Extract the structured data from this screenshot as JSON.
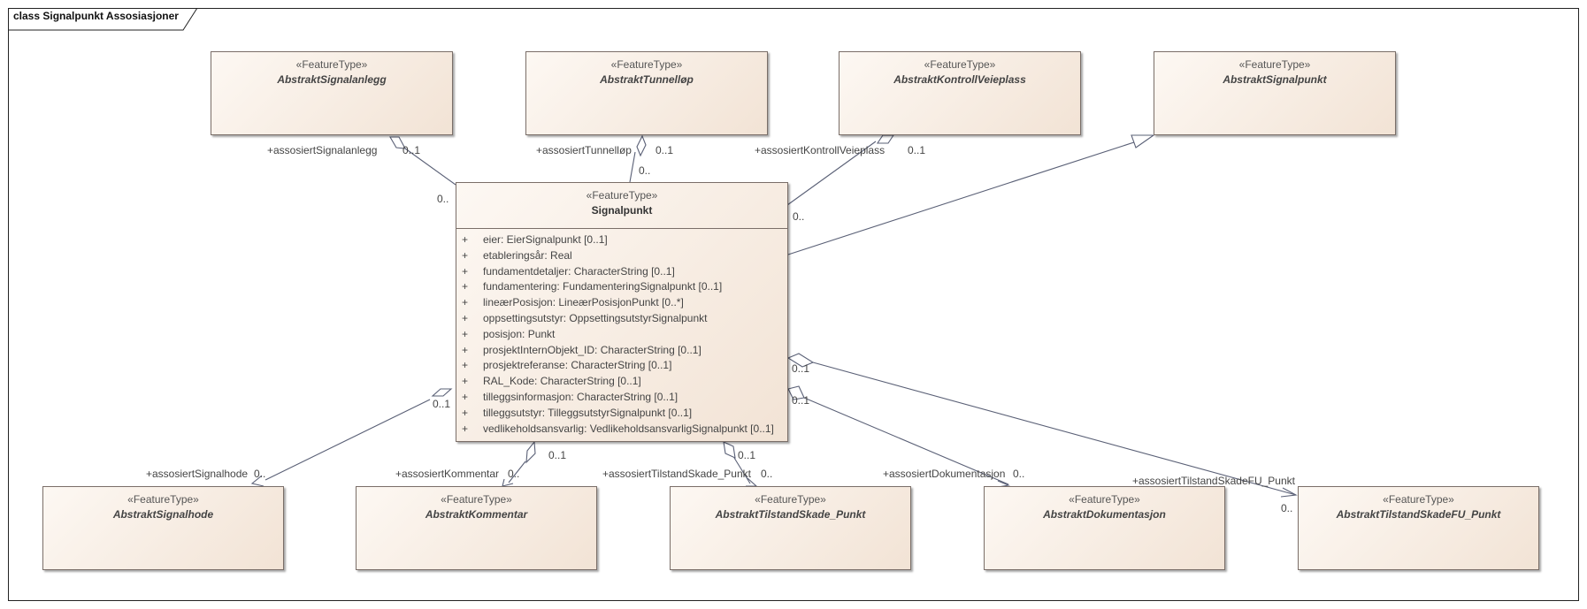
{
  "diagram_title": "class Signalpunkt Assosiasjoner",
  "stereotype": "«FeatureType»",
  "main_class": {
    "name": "Signalpunkt",
    "attributes": [
      {
        "visibility": "+",
        "text": "eier: EierSignalpunkt [0..1]"
      },
      {
        "visibility": "+",
        "text": "etableringsår: Real"
      },
      {
        "visibility": "+",
        "text": "fundamentdetaljer: CharacterString [0..1]"
      },
      {
        "visibility": "+",
        "text": "fundamentering: FundamenteringSignalpunkt [0..1]"
      },
      {
        "visibility": "+",
        "text": "lineærPosisjon: LineærPosisjonPunkt [0..*]"
      },
      {
        "visibility": "+",
        "text": "oppsettingsutstyr: OppsettingsutstyrSignalpunkt"
      },
      {
        "visibility": "+",
        "text": "posisjon: Punkt"
      },
      {
        "visibility": "+",
        "text": "prosjektInternObjekt_ID: CharacterString [0..1]"
      },
      {
        "visibility": "+",
        "text": "prosjektreferanse: CharacterString [0..1]"
      },
      {
        "visibility": "+",
        "text": "RAL_Kode: CharacterString [0..1]"
      },
      {
        "visibility": "+",
        "text": "tilleggsinformasjon: CharacterString [0..1]"
      },
      {
        "visibility": "+",
        "text": "tilleggsutstyr: TilleggsutstyrSignalpunkt [0..1]"
      },
      {
        "visibility": "+",
        "text": "vedlikeholdsansvarlig: VedlikeholdsansvarligSignalpunkt [0..1]"
      }
    ]
  },
  "classes": {
    "signalanlegg": "AbstraktSignalanlegg",
    "tunnellop": "AbstraktTunnelløp",
    "kontrollveieplass": "AbstraktKontrollVeieplass",
    "signalpunkt_abstract": "AbstraktSignalpunkt",
    "signalhode": "AbstraktSignalhode",
    "kommentar": "AbstraktKommentar",
    "tilstandskade": "AbstraktTilstandSkade_Punkt",
    "dokumentasjon": "AbstraktDokumentasjon",
    "tilstandskadefu": "AbstraktTilstandSkadeFU_Punkt"
  },
  "labels": {
    "role_signalanlegg": "+assosiertSignalanlegg",
    "mult_signalanlegg_target": "0..1",
    "mult_signalanlegg_source": "0..",
    "role_tunnellop": "+assosiertTunnelløp",
    "mult_tunnellop_target": "0..1",
    "mult_tunnellop_source": "0..",
    "role_kontrollveieplass": "+assosiertKontrollVeieplass",
    "mult_kontrollveieplass_target": "0..1",
    "mult_kontrollveieplass_source": "0..",
    "role_signalhode": "+assosiertSignalhode",
    "mult_signalhode_target": "0..",
    "mult_signalhode_source": "0..1",
    "role_kommentar": "+assosiertKommentar",
    "mult_kommentar_target": "0..",
    "mult_kommentar_source": "0..1",
    "role_tilstandskade": "+assosiertTilstandSkade_Punkt",
    "mult_tilstandskade_target": "0..",
    "mult_tilstandskade_source": "0..1",
    "role_dokumentasjon": "+assosiertDokumentasjon",
    "mult_dokumentasjon_target": "0..",
    "mult_dokumentasjon_source": "0..1",
    "role_tilstandskadefu": "+assosiertTilstandSkadeFU_Punkt",
    "mult_tilstandskadefu_target": "0..",
    "mult_tilstandskadefu_source": "0..1"
  }
}
